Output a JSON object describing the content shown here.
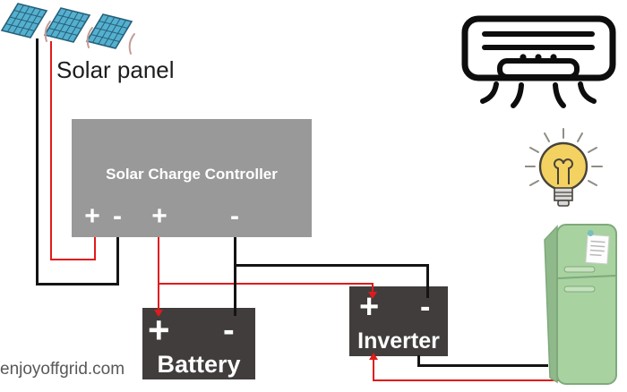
{
  "diagram": {
    "solar_panel": {
      "label": "Solar panel",
      "panel_count": 3
    },
    "controller": {
      "label": "Solar Charge Controller",
      "terminals": [
        {
          "name": "pv-positive",
          "symbol": "+"
        },
        {
          "name": "pv-negative",
          "symbol": "-"
        },
        {
          "name": "output-positive",
          "symbol": "+"
        },
        {
          "name": "output-negative",
          "symbol": "-"
        }
      ]
    },
    "battery": {
      "label": "Battery",
      "positive_symbol": "+",
      "negative_symbol": "-"
    },
    "inverter": {
      "label": "Inverter",
      "positive_symbol": "+",
      "negative_symbol": "-"
    },
    "appliances": [
      {
        "name": "air-conditioner"
      },
      {
        "name": "light-bulb"
      },
      {
        "name": "refrigerator"
      }
    ],
    "watermark": "enjoyoffgrid.com",
    "colors": {
      "wire_positive": "#e01b1b",
      "wire_negative": "#141414",
      "controller_fill": "#999999",
      "device_fill": "#413d3d",
      "device_text": "#ffffff",
      "panel_fill": "#55b0cf",
      "panel_grid": "#26607a",
      "fridge_body": "#a9d2a1",
      "fridge_outline": "#7fa97a",
      "bulb_yellow": "#f3d262",
      "label_text": "#1d1d1d",
      "watermark_text": "#585858"
    }
  }
}
